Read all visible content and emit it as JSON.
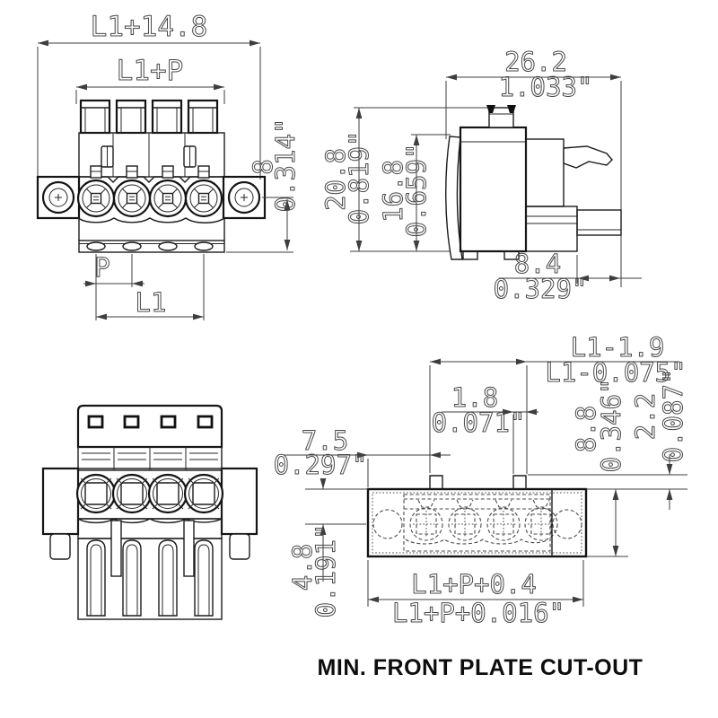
{
  "caption": "MIN. FRONT PLATE CUT-OUT",
  "dims": {
    "front": {
      "overall": "L1+14.8",
      "inner": "L1+P",
      "h_mm": "8",
      "h_in": "0.314\"",
      "pitch": "P",
      "span": "L1"
    },
    "side": {
      "w_mm": "26.2",
      "w_in": "1.033\"",
      "h1_mm": "20.8",
      "h1_in": "0.819\"",
      "h2_mm": "16.8",
      "h2_in": "0.659\"",
      "d_mm": "8.4",
      "d_in": "0.329\""
    },
    "cutout": {
      "tab_span_mm": "L1-1.9",
      "tab_span_in": "L1-0.075\"",
      "tab_w_mm": "1.8",
      "tab_w_in": "0.071\"",
      "tab_off_mm": "7.5",
      "tab_off_in": "0.297\"",
      "h_mm": "8.8",
      "h_in": "0.346\"",
      "tab_h_mm": "2.2",
      "tab_h_in": "0.087\"",
      "center_off_mm": "4.8",
      "center_off_in": "0.191\"",
      "w_mm": "L1+P+0.4",
      "w_in": "L1+P+0.016\""
    }
  }
}
